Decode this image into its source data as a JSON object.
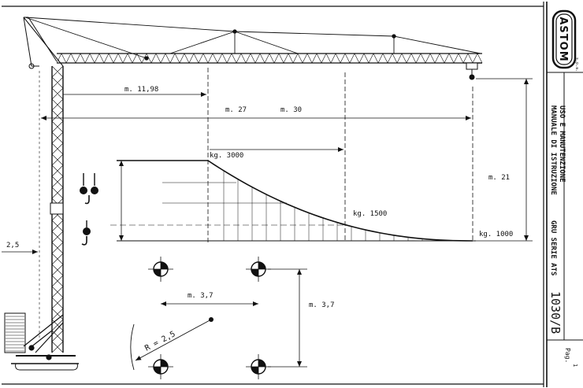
{
  "title_block": {
    "brand": "ASTOM",
    "brand_suffix": "s.p.a.",
    "manual_title": "MANUALE DI ISTRUZIONE",
    "manual_subtitle": "USO E MANUTENZIONE",
    "series_label": "GRU SERIE ATS",
    "model": "1030/B",
    "page_label": "Pag.",
    "page_number": "1"
  },
  "dimensions": {
    "radius_short": "m. 11,98",
    "radius_mid": "m. 27",
    "radius_max": "m. 30",
    "height_hook": "m. 21",
    "left_offset": "2,5",
    "base_width": "m. 3,7",
    "base_depth": "m. 3,7",
    "turning_radius": "R = 2,5"
  },
  "loads": {
    "max_load": "kg. 3000",
    "mid_load": "kg. 1500",
    "tip_load": "kg. 1000"
  }
}
